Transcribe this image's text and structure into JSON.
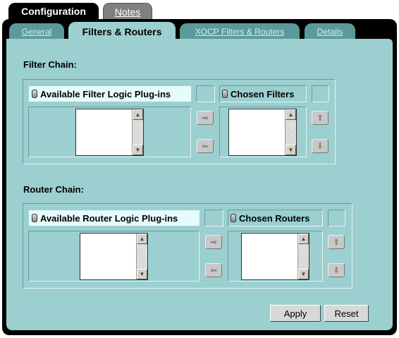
{
  "top_tabs": [
    {
      "label": "Configuration",
      "active": true
    },
    {
      "label": "Notes",
      "active": false
    }
  ],
  "sub_tabs": [
    {
      "label": "General",
      "active": false
    },
    {
      "label": "Filters & Routers",
      "active": true
    },
    {
      "label": "XOCP Filters & Routers",
      "active": false
    },
    {
      "label": "Details",
      "active": false
    }
  ],
  "filter_chain": {
    "label": "Filter Chain:",
    "available_label": "Available Filter Logic Plug-ins",
    "chosen_label": "Chosen Filters"
  },
  "router_chain": {
    "label": "Router Chain:",
    "available_label": "Available Router Logic Plug-ins",
    "chosen_label": "Chosen Routers"
  },
  "buttons": {
    "apply": "Apply",
    "reset": "Reset"
  },
  "colors": {
    "panel": "#9ccfcf",
    "frame": "#000000",
    "header_highlight": "#e6fbfb"
  }
}
